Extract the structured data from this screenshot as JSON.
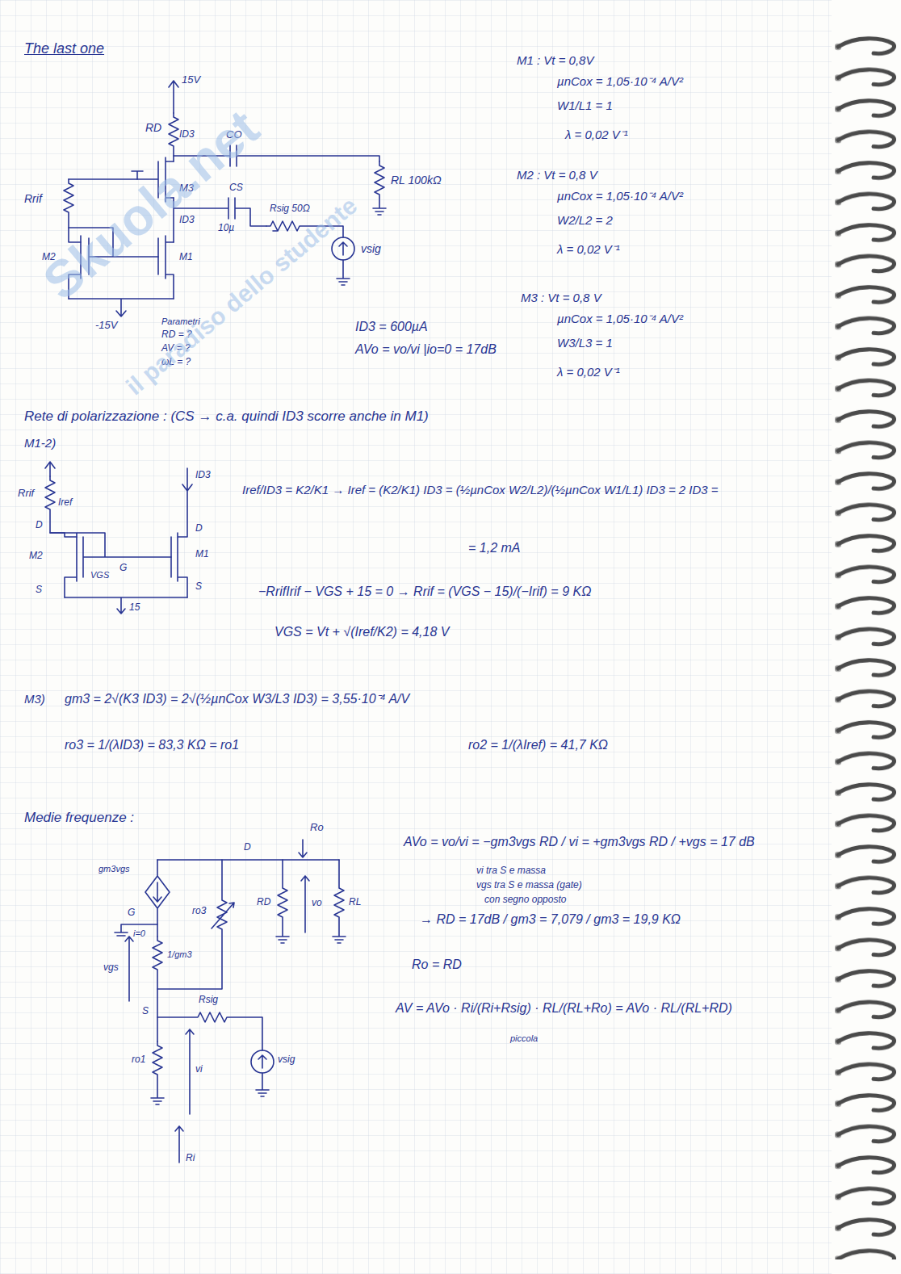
{
  "diagram": {
    "title": "The last one",
    "labels": [
      "15V",
      "RD",
      "ID3",
      "CO",
      "M3",
      "ID3",
      "CS",
      "RL 100kΩ",
      "Rrif",
      "Rsig 50Ω",
      "vsig",
      "M2",
      "M1",
      "10µ",
      "-15V",
      "Parametri",
      "RD = ?",
      "AV = ?",
      "ωL = ?",
      "ID3 = 600µA",
      "AVo = vo/vi |io=0 = 17dB",
      "M1 : Vt = 0,8V",
      "µnCox = 1,05·10⁻⁴ A/V²",
      "W1/L1 = 1",
      "λ = 0,02 V⁻¹",
      "M2 : Vt = 0,8 V",
      "µnCox = 1,05·10⁻⁴ A/V²",
      "W2/L2 = 2",
      "λ = 0,02 V⁻¹",
      "M3 : Vt = 0,8 V",
      "µnCox = 1,05·10⁻⁴ A/V²",
      "W3/L3 = 1",
      "λ = 0,02 V⁻¹",
      "Rete di polarizzazione : (CS → c.a. quindi ID3 scorre anche in M1)",
      "M1-2)",
      "Rrif",
      "Iref",
      "D",
      "M2",
      "G",
      "VGS",
      "S",
      "M1",
      "D",
      "S",
      "ID3",
      "15",
      "Iref/ID3 = K2/K1 → Iref = (K2/K1) ID3 = (½µnCox W2/L2)/(½µnCox W1/L1) ID3 = 2 ID3 =",
      "= 1,2 mA",
      "−RrifIrif − VGS + 15 = 0 → Rrif = (VGS − 15)/(−Irif) = 9 KΩ",
      "VGS = Vt + √(Iref/K2) = 4,18 V",
      "M3)",
      "gm3 = 2√(K3 ID3) = 2√(½µnCox W3/L3 ID3) = 3,55·10⁻⁴ A/V",
      "ro3 = 1/(λID3) = 83,3 KΩ = ro1",
      "ro2 = 1/(λIref) = 41,7 KΩ",
      "Medie frequenze :",
      "Ro",
      "D",
      "gm3vgs",
      "ro3",
      "RD",
      "vo",
      "RL",
      "G",
      "i=0",
      "vgs",
      "1/gm3",
      "S",
      "Rsig",
      "vsig",
      "ro1",
      "vi",
      "Ri",
      "AVo = vo/vi = −gm3vgs RD / vi = +gm3vgs RD / +vgs = 17 dB",
      "vi tra S e massa",
      "vgs tra S e massa (gate)",
      "con segno opposto",
      "→ RD = 17dB / gm3 = 7,079 / gm3 = 19,9 KΩ",
      "Ro = RD",
      "AV = AVo · Ri/(Ri+Rsig) · RL/(RL+Ro) = AVo · RL/(RL+RD)",
      "piccola",
      "Skuola.net",
      "il paradiso dello studente"
    ]
  }
}
